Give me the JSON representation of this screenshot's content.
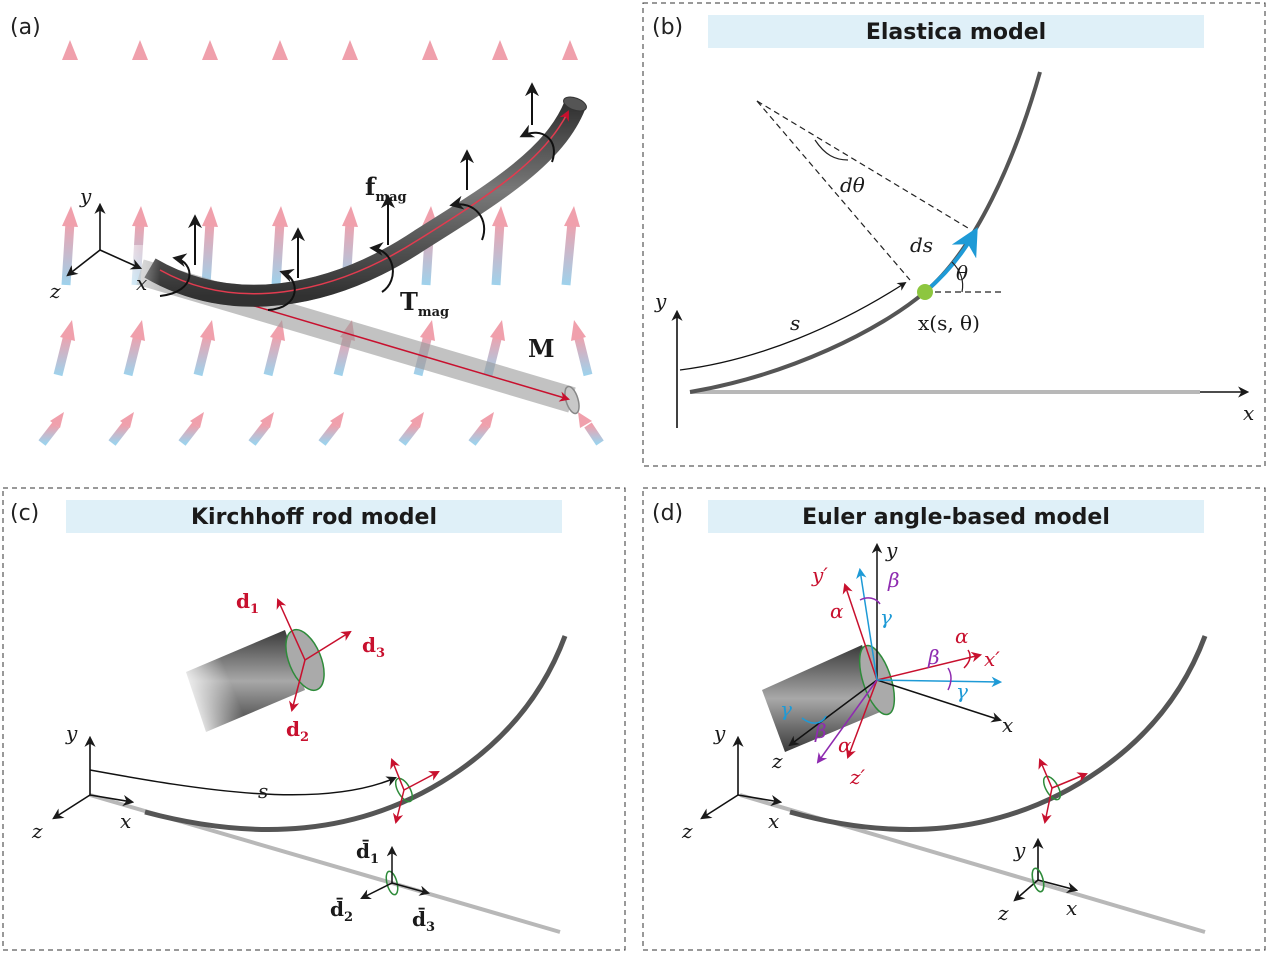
{
  "panel_a": {
    "label": "(a)",
    "axis_y": "y",
    "axis_x": "x",
    "axis_z": "z",
    "f_main": "f",
    "f_sub": "mag",
    "t_main": "T",
    "t_sub": "mag",
    "m_label": "M"
  },
  "panel_b": {
    "label": "(b)",
    "title": "Elastica model",
    "dtheta": "dθ",
    "ds": "ds",
    "theta": "θ",
    "s": "s",
    "x_func": "x(s, θ)",
    "axis_y": "y",
    "axis_x": "x"
  },
  "panel_c": {
    "label": "(c)",
    "title": "Kirchhoff rod model",
    "d1_main": "d",
    "d1_sub": "1",
    "d2_main": "d",
    "d2_sub": "2",
    "d3_main": "d",
    "d3_sub": "3",
    "s": "s",
    "axis_y": "y",
    "axis_x": "x",
    "axis_z": "z",
    "db1_main": "d̄",
    "db1_sub": "1",
    "db2_main": "d̄",
    "db2_sub": "2",
    "db3_main": "d̄",
    "db3_sub": "3"
  },
  "panel_d": {
    "label": "(d)",
    "title": "Euler angle-based model",
    "y": "y",
    "y_prime": "y′",
    "x": "x",
    "x_prime": "x′",
    "z": "z",
    "z_prime": "z′",
    "alpha": "α",
    "beta": "β",
    "gamma": "γ",
    "axis_y": "y",
    "axis_x": "x",
    "axis_z": "z",
    "axis2_y": "y",
    "axis2_x": "x",
    "axis2_z": "z"
  },
  "colors": {
    "red": "#c8102e",
    "purple": "#8e2bb0",
    "cyan": "#1e9ad6",
    "banner": "#dff0f8",
    "rod": "#555555",
    "green_point": "#8dc63f"
  }
}
